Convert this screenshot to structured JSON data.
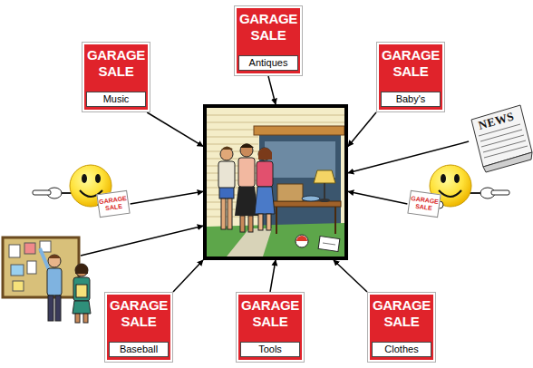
{
  "diagram": {
    "nodes": [
      {
        "text": [
          "GARAGE SALE",
          "Antiques"
        ]
      },
      {
        "text": [
          "GARAGE SALE",
          "Music"
        ]
      },
      {
        "text": [
          "GARAGE SALE",
          "Baby's"
        ]
      },
      {
        "text": [
          "NEWS"
        ]
      },
      {
        "text": []
      },
      {
        "text": [
          "GARAGE SALE"
        ]
      },
      {
        "text": [
          "GARAGE SALE"
        ]
      },
      {
        "text": []
      },
      {
        "text": [
          "GARAGE SALE",
          "Baseball"
        ]
      },
      {
        "text": [
          "GARAGE SALE",
          "Tools"
        ]
      },
      {
        "text": [
          "GARAGE SALE",
          "Clothes"
        ]
      }
    ],
    "edges": [
      {
        "from": 1,
        "to": 4,
        "arrow": "to"
      },
      {
        "from": 0,
        "to": 4,
        "arrow": "to"
      },
      {
        "from": 2,
        "to": 4,
        "arrow": "to"
      },
      {
        "from": 3,
        "to": 4,
        "arrow": "to"
      },
      {
        "from": 5,
        "to": 4,
        "arrow": "to"
      },
      {
        "from": 6,
        "to": 4,
        "arrow": "to"
      },
      {
        "from": 7,
        "to": 4,
        "arrow": "to"
      },
      {
        "from": 8,
        "to": 4,
        "arrow": "to"
      },
      {
        "from": 9,
        "to": 4,
        "arrow": "to"
      },
      {
        "from": 10,
        "to": 4,
        "arrow": "to"
      }
    ]
  }
}
